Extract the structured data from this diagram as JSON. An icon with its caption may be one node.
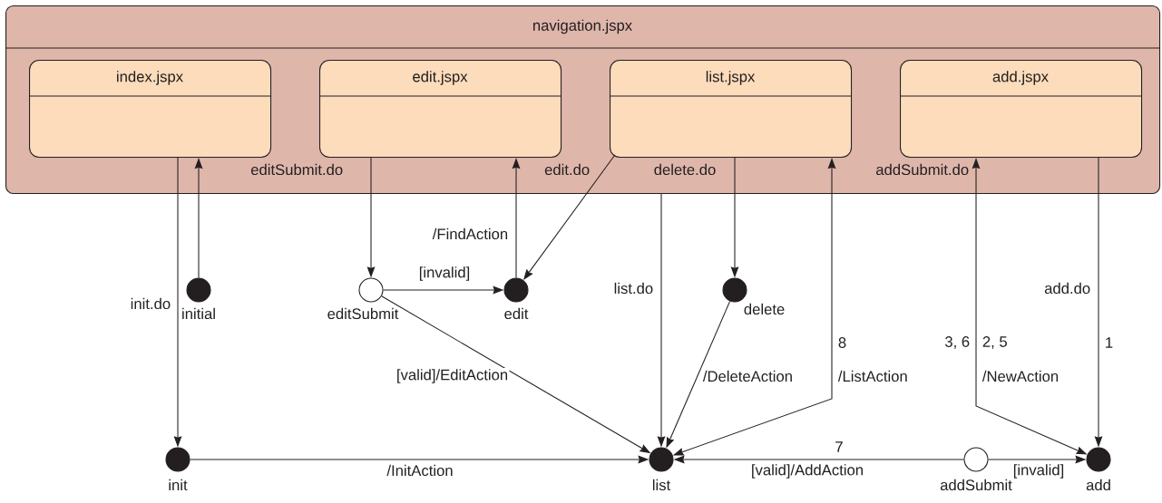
{
  "diagram": {
    "nodes": [
      {
        "text": [
          "navigation.jspx"
        ]
      },
      {
        "text": [
          "index.jspx"
        ],
        "in": 0
      },
      {
        "text": [
          "edit.jspx"
        ],
        "in": 0
      },
      {
        "text": [
          "list.jspx"
        ],
        "in": 0
      },
      {
        "text": [
          "add.jspx"
        ],
        "in": 0
      },
      {
        "text": [],
        "shape": "circle",
        "beside": [
          "initial"
        ]
      },
      {
        "text": [],
        "shape": "circle",
        "beside": [
          "editSubmit"
        ]
      },
      {
        "text": [],
        "shape": "circle",
        "beside": [
          "edit"
        ]
      },
      {
        "text": [],
        "shape": "circle",
        "beside": [
          "delete"
        ]
      },
      {
        "text": [],
        "shape": "circle",
        "beside": [
          "init"
        ]
      },
      {
        "text": [],
        "shape": "circle",
        "beside": [
          "list"
        ]
      },
      {
        "text": [],
        "shape": "circle",
        "beside": [
          "addSubmit"
        ]
      },
      {
        "text": [],
        "shape": "circle",
        "beside": [
          "add"
        ]
      }
    ],
    "edges": [
      {
        "from": 5,
        "to": 1,
        "arrow": "to"
      },
      {
        "from": 1,
        "to": 9,
        "arrow": "to",
        "label": "init.do"
      },
      {
        "from": 2,
        "to": 6,
        "arrow": "to",
        "label": "editSubmit.do"
      },
      {
        "from": 6,
        "to": 7,
        "arrow": "to",
        "label": "[invalid]"
      },
      {
        "from": 7,
        "to": 2,
        "arrow": "to",
        "label": "/FindAction"
      },
      {
        "from": 3,
        "to": 7,
        "arrow": "to",
        "label": "edit.do"
      },
      {
        "from": 3,
        "to": 8,
        "arrow": "to",
        "label": "delete.do"
      },
      {
        "from": 0,
        "to": 10,
        "arrow": "to",
        "label": "list.do"
      },
      {
        "from": 6,
        "to": 10,
        "arrow": "to",
        "label": "[valid]/EditAction"
      },
      {
        "from": 8,
        "to": 10,
        "arrow": "to",
        "label": "/DeleteAction"
      },
      {
        "from": 10,
        "to": 3,
        "arrow": "both",
        "label": "/ListAction"
      },
      {
        "from": 12,
        "to": 4,
        "arrow": "both",
        "label": "/NewAction"
      },
      {
        "from": 4,
        "to": 12,
        "arrow": "to",
        "label": "add.do"
      },
      {
        "from": 9,
        "to": 10,
        "arrow": "to",
        "label": "/InitAction"
      },
      {
        "from": 11,
        "to": 10,
        "arrow": "to",
        "label": "[valid]/AddAction"
      },
      {
        "from": 11,
        "to": 12,
        "arrow": "to",
        "label": "[invalid]"
      }
    ],
    "labels": [
      "addSubmit.do",
      "8",
      "3, 6",
      "2, 5",
      "1",
      "7"
    ]
  }
}
